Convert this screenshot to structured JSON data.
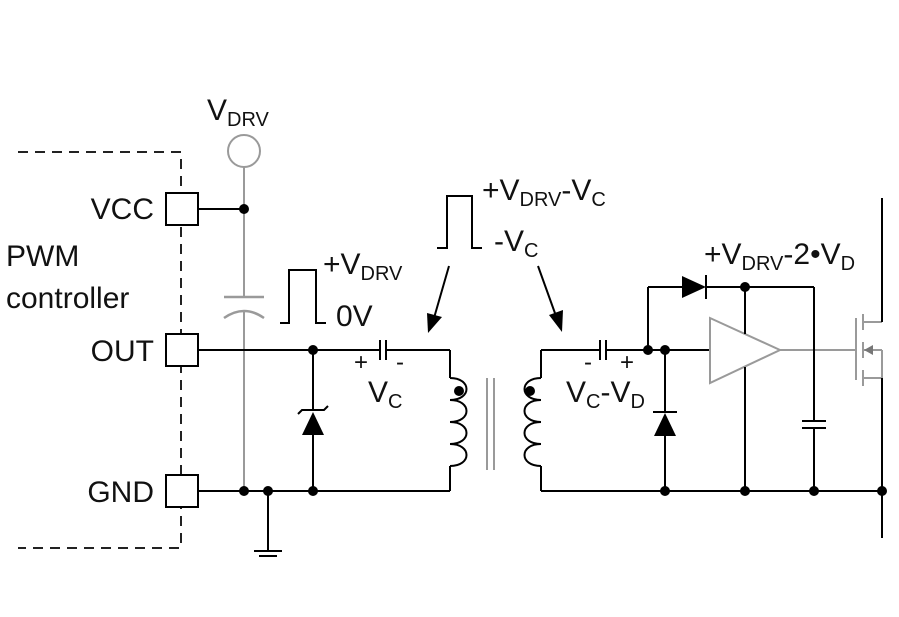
{
  "controller": {
    "title_line1": "PWM",
    "title_line2": "controller",
    "pins": {
      "vcc": "VCC",
      "out": "OUT",
      "gnd": "GND"
    }
  },
  "supply": {
    "v": "V",
    "sub": "DRV"
  },
  "pulse_in": {
    "high_v": "+V",
    "high_sub": "DRV",
    "low": "0V"
  },
  "pulse_mid": {
    "high_v": "+V",
    "high_sub": "DRV",
    "high_tail": "-V",
    "high_tail_sub": "C",
    "low_v": "-V",
    "low_sub": "C"
  },
  "cap_primary": {
    "plus": "+",
    "minus": "-",
    "v": "V",
    "sub": "C"
  },
  "cap_secondary": {
    "minus": "-",
    "plus": "+",
    "v1": "V",
    "sub1": "C",
    "v2": "-V",
    "sub2": "D"
  },
  "gate_level": {
    "v1": "+V",
    "sub1": "DRV",
    "mid": "-2•V",
    "sub2": "D"
  }
}
